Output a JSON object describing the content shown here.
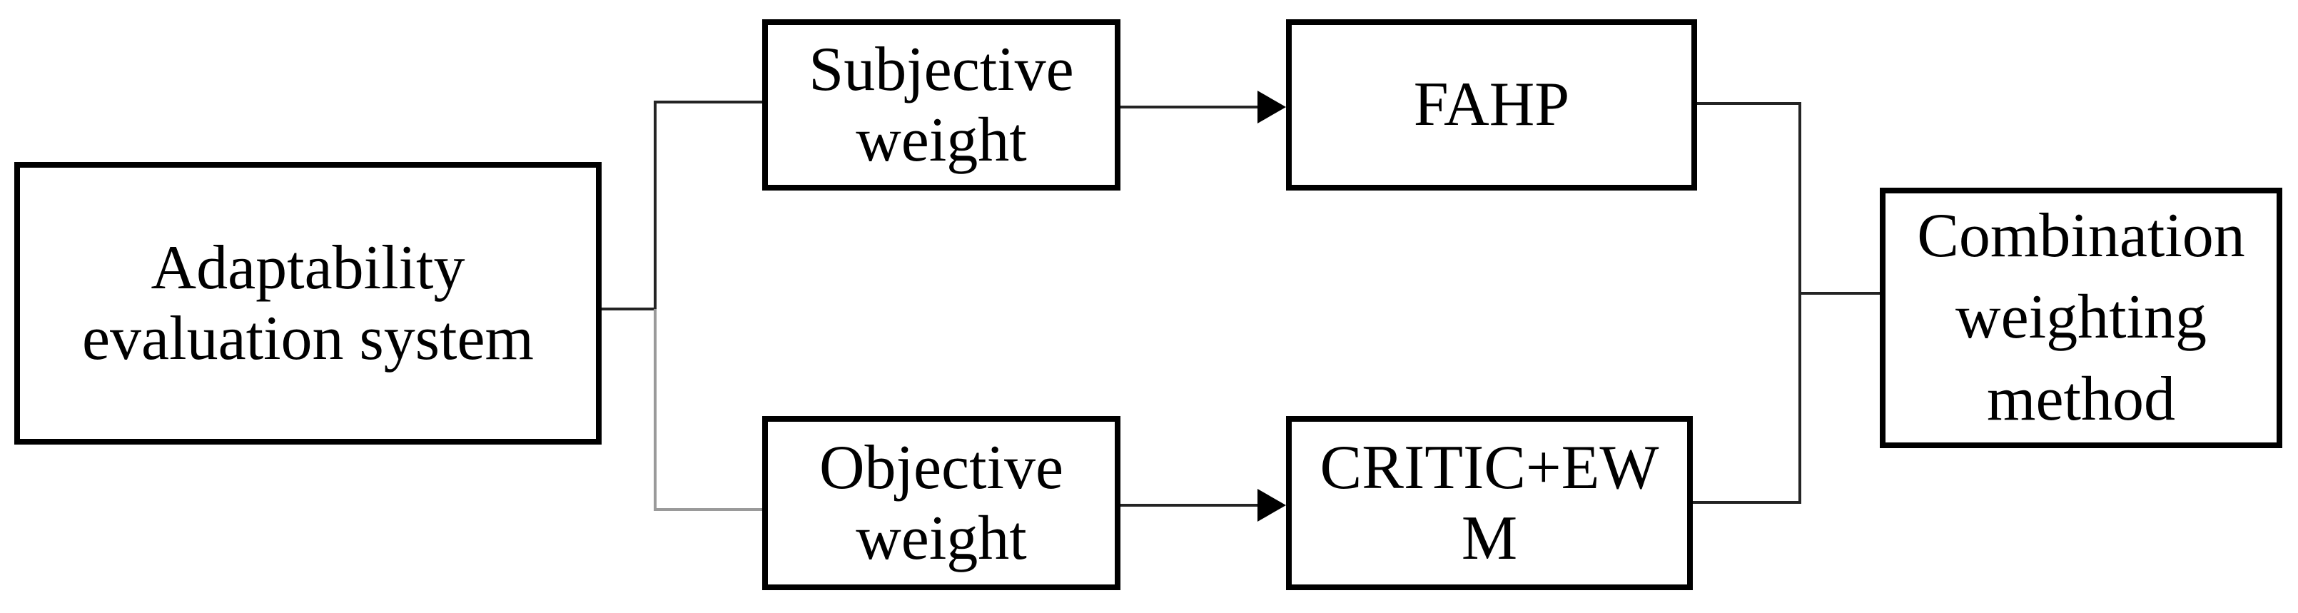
{
  "diagram": {
    "type": "flowchart",
    "description": "Weighting methodology flowchart: an adaptability evaluation system branches into subjective and objective weights, processed by FAHP and CRITIC+EWM respectively, then merged by a combination weighting method.",
    "nodes": {
      "adaptability": {
        "id": "adaptability",
        "lines": [
          "Adaptability",
          "evaluation system"
        ],
        "label": "Adaptability evaluation system"
      },
      "subjective": {
        "id": "subjective",
        "lines": [
          "Subjective",
          "weight"
        ],
        "label": "Subjective weight"
      },
      "objective": {
        "id": "objective",
        "lines": [
          "Objective",
          "weight"
        ],
        "label": "Objective weight"
      },
      "fahp": {
        "id": "fahp",
        "lines": [
          "FAHP"
        ],
        "label": "FAHP"
      },
      "critic": {
        "id": "critic",
        "lines": [
          "CRITIC+EW",
          "M"
        ],
        "label": "CRITIC+EWM"
      },
      "combination": {
        "id": "combination",
        "lines": [
          "Combination",
          "weighting",
          "method"
        ],
        "label": "Combination weighting method"
      }
    },
    "edges": [
      {
        "from": "adaptability",
        "to": "subjective",
        "arrow": false
      },
      {
        "from": "adaptability",
        "to": "objective",
        "arrow": false
      },
      {
        "from": "subjective",
        "to": "fahp",
        "arrow": true
      },
      {
        "from": "objective",
        "to": "critic",
        "arrow": true
      },
      {
        "from": "fahp",
        "to": "combination",
        "arrow": false
      },
      {
        "from": "critic",
        "to": "combination",
        "arrow": false
      }
    ],
    "colors": {
      "background": "#ffffff",
      "box_border": "#000000",
      "text": "#000000",
      "connector": "#242424",
      "connector_light": "#9a9a9a",
      "arrowhead": "#000000"
    }
  }
}
